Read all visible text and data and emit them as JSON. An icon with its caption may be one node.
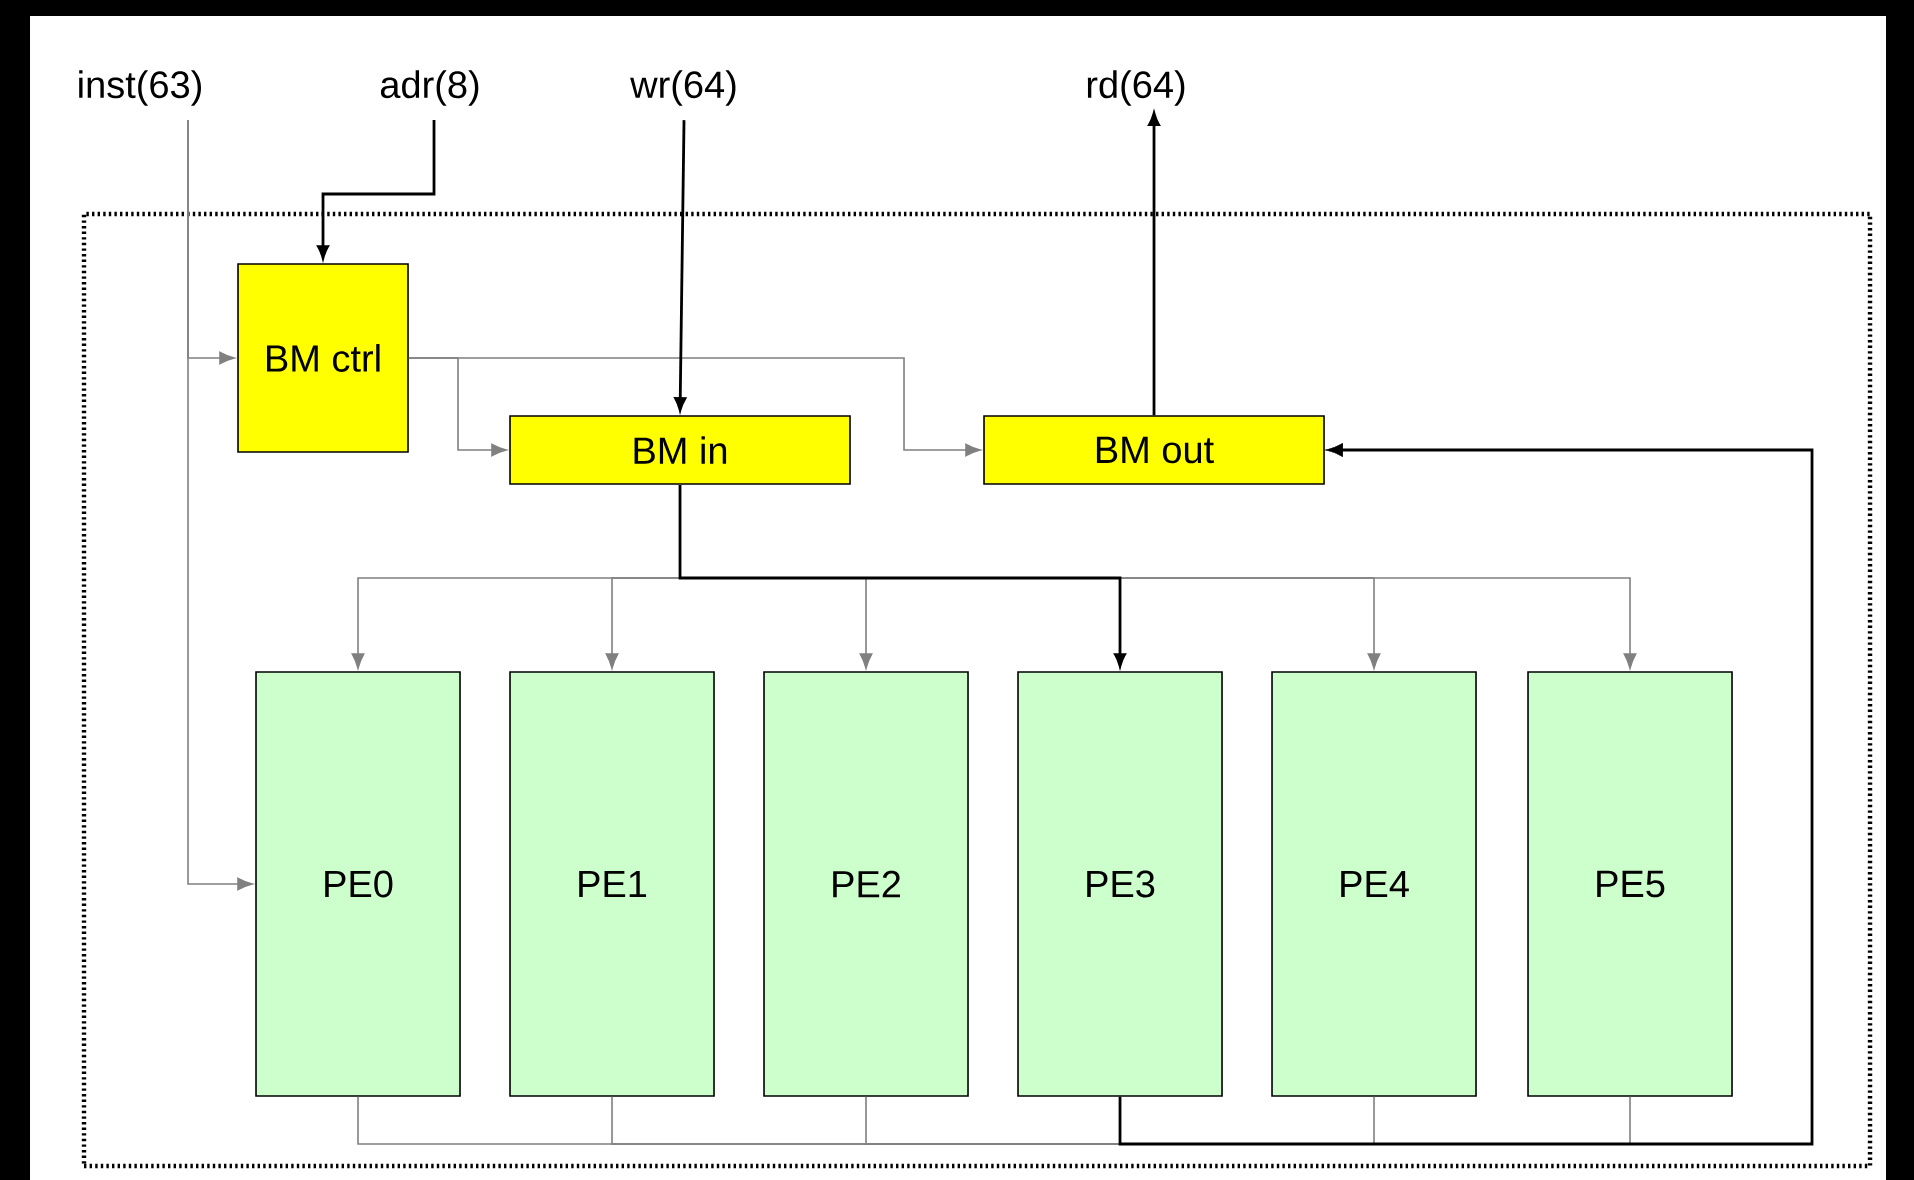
{
  "diagram": {
    "nodes": [
      {
        "text": [],
        "shape": "box"
      },
      {
        "text": [
          "inst(63)"
        ]
      },
      {
        "text": [
          "adr(8)"
        ]
      },
      {
        "text": [
          "wr(64)"
        ]
      },
      {
        "text": [
          "rd(64)"
        ]
      },
      {
        "text": [
          "BM ctrl"
        ],
        "in": 0
      },
      {
        "text": [
          "BM in"
        ],
        "in": 0
      },
      {
        "text": [
          "BM out"
        ],
        "in": 0
      },
      {
        "text": [
          "PE0"
        ],
        "in": 0
      },
      {
        "text": [
          "PE1"
        ],
        "in": 0
      },
      {
        "text": [
          "PE2"
        ],
        "in": 0
      },
      {
        "text": [
          "PE3"
        ],
        "in": 0
      },
      {
        "text": [
          "PE4"
        ],
        "in": 0
      },
      {
        "text": [
          "PE5"
        ],
        "in": 0
      }
    ],
    "edges": [
      {
        "from": 1,
        "to": 5,
        "arrow": "to"
      },
      {
        "from": 1,
        "to": 8,
        "arrow": "to"
      },
      {
        "from": 2,
        "to": 5,
        "arrow": "to",
        "color": "#000000"
      },
      {
        "from": 3,
        "to": 6,
        "arrow": "to",
        "color": "#000000"
      },
      {
        "from": 7,
        "to": 4,
        "arrow": "to",
        "color": "#000000"
      },
      {
        "from": 5,
        "to": 6,
        "arrow": "to"
      },
      {
        "from": 5,
        "to": 7,
        "arrow": "to"
      },
      {
        "from": 6,
        "to": 8,
        "arrow": "to"
      },
      {
        "from": 6,
        "to": 9,
        "arrow": "to"
      },
      {
        "from": 6,
        "to": 10,
        "arrow": "to"
      },
      {
        "from": 6,
        "to": 11,
        "arrow": "to",
        "color": "#000000"
      },
      {
        "from": 6,
        "to": 12,
        "arrow": "to"
      },
      {
        "from": 6,
        "to": 13,
        "arrow": "to"
      },
      {
        "from": 8,
        "to": 7,
        "arrow": "to"
      },
      {
        "from": 9,
        "to": 7,
        "arrow": "to"
      },
      {
        "from": 10,
        "to": 7,
        "arrow": "to"
      },
      {
        "from": 11,
        "to": 7,
        "arrow": "to",
        "color": "#000000"
      },
      {
        "from": 12,
        "to": 7,
        "arrow": "to"
      },
      {
        "from": 13,
        "to": 7,
        "arrow": "to"
      }
    ]
  }
}
